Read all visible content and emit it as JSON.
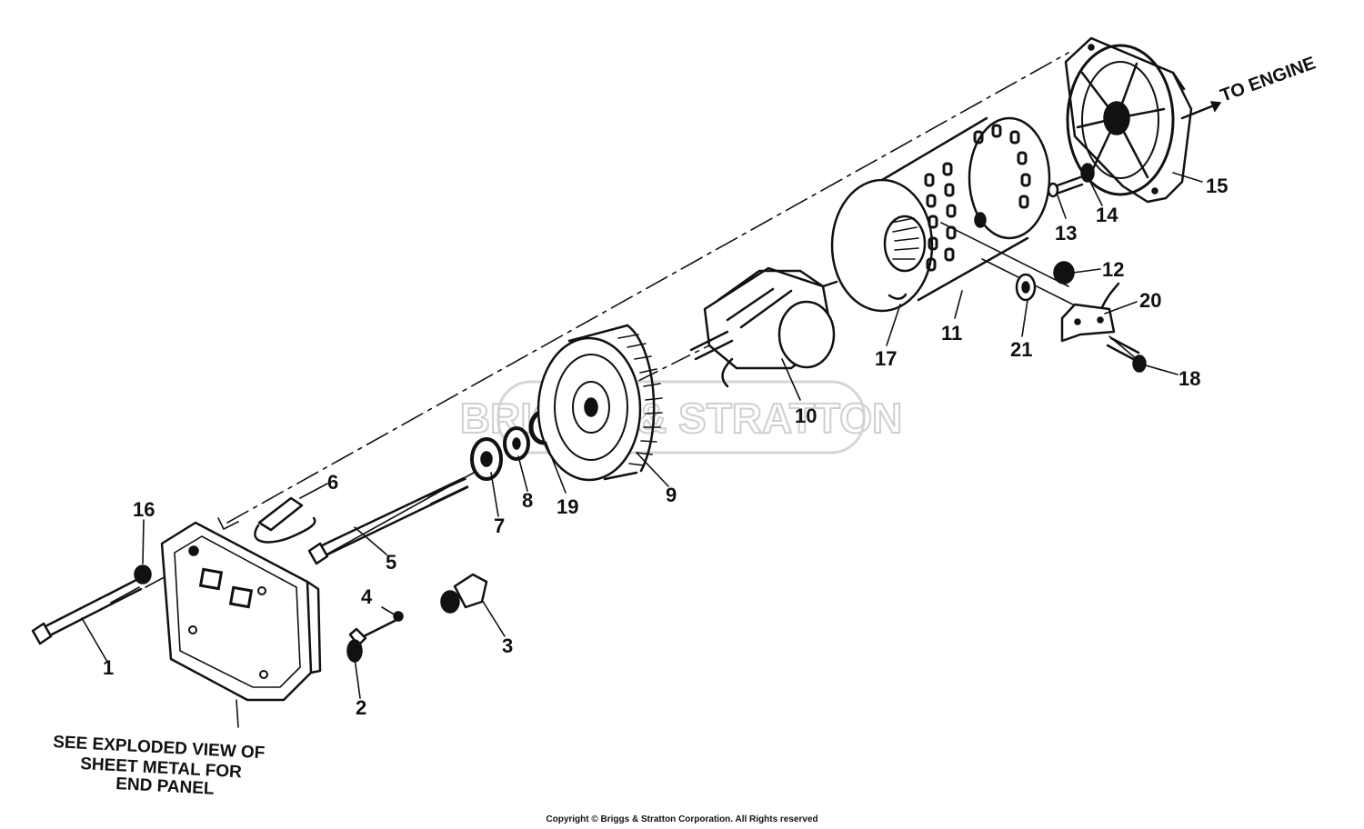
{
  "watermark": "BRIGGS & STRATTON",
  "direction_label": "TO ENGINE",
  "note_lines": [
    "SEE EXPLODED VIEW OF",
    "SHEET METAL FOR",
    "END PANEL"
  ],
  "copyright": "Copyright © Briggs & Stratton Corporation. All Rights reserved",
  "callouts": {
    "c1": "1",
    "c2": "2",
    "c3": "3",
    "c4": "4",
    "c5": "5",
    "c6": "6",
    "c7": "7",
    "c8": "8",
    "c9": "9",
    "c10": "10",
    "c11": "11",
    "c12": "12",
    "c13": "13",
    "c14": "14",
    "c15": "15",
    "c16": "16",
    "c17": "17",
    "c18": "18",
    "c19": "19",
    "c20": "20",
    "c21": "21"
  }
}
